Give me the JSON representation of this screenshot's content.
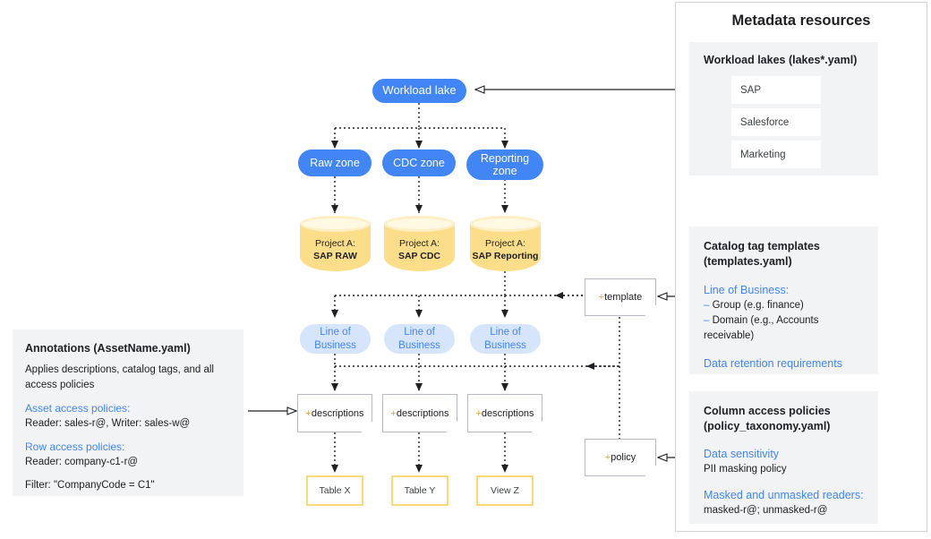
{
  "diagram": {
    "flow": {
      "lake": {
        "label": "Workload lake"
      },
      "zones": [
        {
          "label": "Raw zone"
        },
        {
          "label": "CDC zone"
        },
        {
          "label": "Reporting zone"
        }
      ],
      "projects": [
        {
          "prefix": "Project A:",
          "name": "SAP RAW"
        },
        {
          "prefix": "Project A:",
          "name": "SAP CDC"
        },
        {
          "prefix": "Project A:",
          "name": "SAP Reporting"
        }
      ],
      "lobs": [
        {
          "line1": "Line of",
          "line2": "Business"
        },
        {
          "line1": "Line of",
          "line2": "Business"
        },
        {
          "line1": "Line of",
          "line2": "Business"
        }
      ],
      "descriptions": [
        {
          "plus": "+",
          "label": "descriptions"
        },
        {
          "plus": "+",
          "label": "descriptions"
        },
        {
          "plus": "+",
          "label": "descriptions"
        }
      ],
      "assets": [
        {
          "label": "Table X"
        },
        {
          "label": "Table Y"
        },
        {
          "label": "View Z"
        }
      ],
      "template_note": {
        "plus": "+",
        "label": " template"
      },
      "policy_note": {
        "plus": "+",
        "label": "policy"
      }
    }
  },
  "annotations": {
    "title": "Annotations (AssetName.yaml)",
    "intro": "Applies descriptions, catalog tags, and all access policies",
    "asset_policies_heading": "Asset access policies:",
    "asset_policies_value": "Reader: sales-r@, Writer: sales-w@",
    "row_policies_heading": "Row access policies:",
    "row_policies_value": "Reader: company-c1-r@",
    "filter": "Filter: \"CompanyCode = C1\""
  },
  "metadata_panel": {
    "title": "Metadata resources",
    "workload_lakes": {
      "heading": "Workload lakes (lakes*.yaml)",
      "items": [
        {
          "label": "SAP"
        },
        {
          "label": "Salesforce"
        },
        {
          "label": "Marketing"
        }
      ]
    },
    "catalog_templates": {
      "heading_line1": "Catalog tag templates",
      "heading_line2": "(templates.yaml)",
      "lob_heading": "Line of Business:",
      "bullets": [
        {
          "dash": "–",
          "text": " Group (e.g. finance)"
        },
        {
          "dash": "–",
          "text": " Domain (e.g., Accounts receivable)"
        }
      ],
      "retention_heading": "Data retention requirements"
    },
    "column_policies": {
      "heading_line1": "Column access policies",
      "heading_line2": "(policy_taxonomy.yaml)",
      "sensitivity_heading": "Data sensitivity",
      "sensitivity_value": "PII masking policy",
      "readers_heading": "Masked and unmasked readers:",
      "readers_value": "masked-r@; unmasked-r@"
    }
  },
  "colors": {
    "brand_blue": "#4285f4",
    "light_blue": "#d7e5fc",
    "cylinder_yellow": "#fcdd8a",
    "table_border_yellow": "#fcd978",
    "panel_gray": "#f1f3f4",
    "note_border": "#b8bcc2",
    "plus_orange": "#e8a33d"
  }
}
